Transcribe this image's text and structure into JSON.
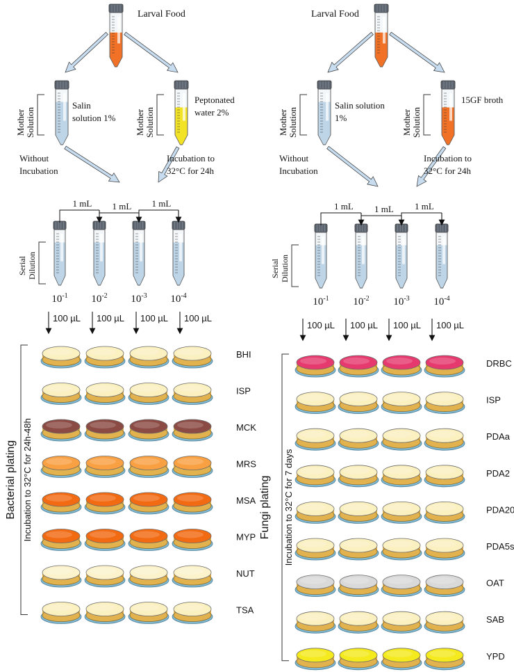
{
  "left": {
    "source_label": "Larval Food",
    "mother_label_1": "Mother",
    "mother_label_2": "Solution",
    "tube_a": {
      "line1": "Salin",
      "line2": "solution 1%",
      "color": "#f6f6f6"
    },
    "tube_b": {
      "line1": "Peptonated",
      "line2": "water 2%",
      "color": "#f2e21a"
    },
    "branch_a": {
      "line1": "Without",
      "line2": "Incubation"
    },
    "branch_b": {
      "line1": "Incubation to",
      "line2": "32°C for 24h"
    },
    "transfer_volume": "1 mL",
    "serial_label_1": "Serial",
    "serial_label_2": "Dilution",
    "dilutions": [
      "10-1",
      "10-2",
      "10-3",
      "10-4"
    ],
    "plating_volume": "100 µL",
    "plating_title": "Bacterial plating",
    "incubation_text": "Incubation to 32°C for 24h-48h",
    "media": [
      {
        "name": "BHI",
        "color": "#fbf0c0"
      },
      {
        "name": "ISP",
        "color": "#fbf0c0"
      },
      {
        "name": "MCK",
        "color": "#8b4a44"
      },
      {
        "name": "MRS",
        "color": "#f9a043"
      },
      {
        "name": "MSA",
        "color": "#f26a12"
      },
      {
        "name": "MYP",
        "color": "#f26a12"
      },
      {
        "name": "NUT",
        "color": "#fcf3cc"
      },
      {
        "name": "TSA",
        "color": "#fbf0c0"
      }
    ]
  },
  "right": {
    "source_label": "Larval Food",
    "mother_label_1": "Mother",
    "mother_label_2": "Solution",
    "tube_a": {
      "line1": "Salin solution",
      "line2": "1%",
      "color": "#f6f6f6"
    },
    "tube_b": {
      "line1": "15GF broth",
      "line2": "",
      "color": "#f06a1a"
    },
    "branch_a": {
      "line1": "Without",
      "line2": "Incubation"
    },
    "branch_b": {
      "line1": "Incubation to",
      "line2": "32°C for 24h"
    },
    "transfer_volume": "1 mL",
    "serial_label_1": "Serial",
    "serial_label_2": "Dilution",
    "dilutions": [
      "10-1",
      "10-2",
      "10-3",
      "10-4"
    ],
    "plating_volume": "100 µL",
    "plating_title": "Fungi plating",
    "incubation_text": "Incubation to 32°C for 7 days",
    "media": [
      {
        "name": "DRBC",
        "color": "#e63a6e"
      },
      {
        "name": "ISP",
        "color": "#fbf0c0"
      },
      {
        "name": "PDAa",
        "color": "#fbf0c0"
      },
      {
        "name": "PDA2",
        "color": "#fbf0c0"
      },
      {
        "name": "PDA20",
        "color": "#fbf0c0"
      },
      {
        "name": "PDA5s",
        "color": "#fbf0c0"
      },
      {
        "name": "OAT",
        "color": "#d9d9d9"
      },
      {
        "name": "SAB",
        "color": "#fbf0c0"
      },
      {
        "name": "YPD",
        "color": "#f4ea1e"
      }
    ]
  },
  "colors": {
    "tube_cap": "#5c6470",
    "tube_body": "#f4f7f9",
    "tube_saline": "#b9d3e6",
    "source_fill": "#f06a1a",
    "arrow_fill": "#c7dcef",
    "dish_base": "#7fb8d3",
    "dish_rim": "#e2b24f"
  }
}
